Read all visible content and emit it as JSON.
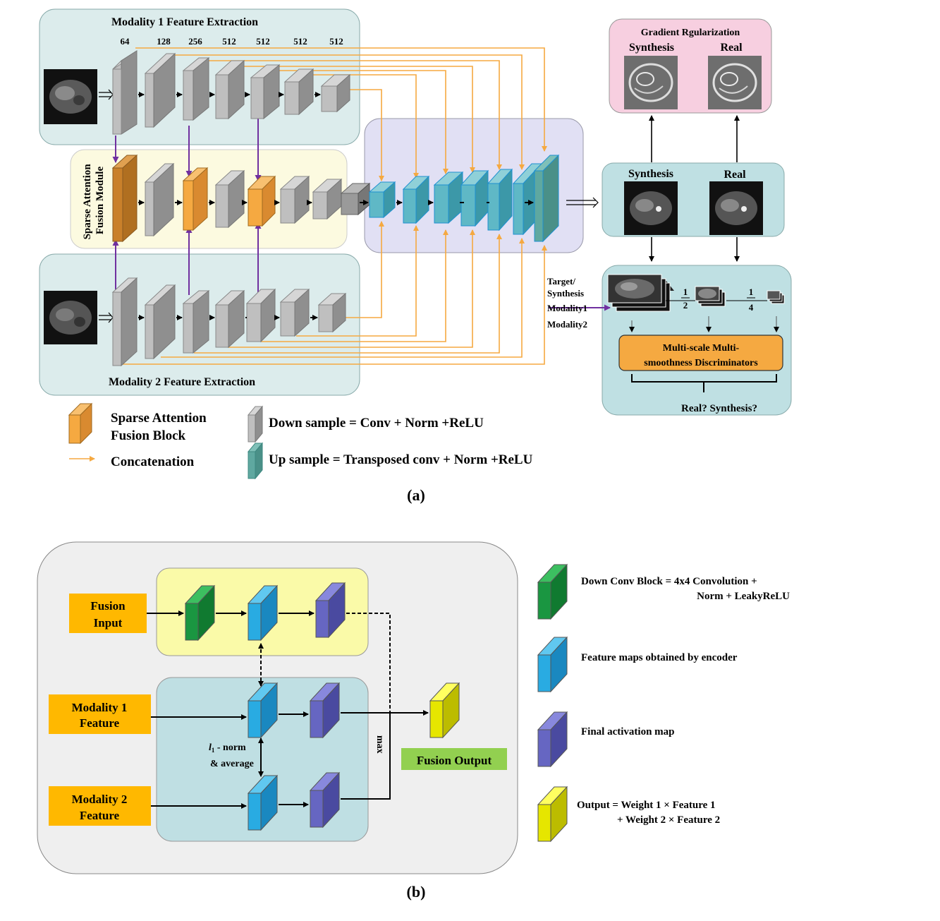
{
  "panel_a": {
    "modality1_title": "Modality 1 Feature Extraction",
    "modality2_title": "Modality 2 Feature Extraction",
    "fusion_module_line1": "Sparse Attention",
    "fusion_module_line2": "Fusion Module",
    "channel_labels": [
      "64",
      "128",
      "256",
      "512",
      "512",
      "512",
      "512"
    ],
    "gradient_title": "Gradient Rgularization",
    "gradient_synthesis": "Synthesis",
    "gradient_real": "Real",
    "output_synthesis": "Synthesis",
    "output_real": "Real",
    "disc_input_line1": "Target/",
    "disc_input_line2": "Synthesis",
    "disc_input_line3": "Modality1",
    "disc_input_line4": "Modality2",
    "scale_half_num": "1",
    "scale_half_den": "2",
    "scale_quarter_num": "1",
    "scale_quarter_den": "4",
    "discriminator_line1": "Multi-scale Multi-",
    "discriminator_line2": "smoothness Discriminators",
    "disc_question": "Real? Synthesis?",
    "caption": "(a)",
    "legend": {
      "sparse_block_line1": "Sparse Attention",
      "sparse_block_line2": "Fusion Block",
      "concatenation": "Concatenation",
      "down_sample": "Down sample = Conv + Norm +ReLU",
      "up_sample": "Up sample = Transposed conv + Norm +ReLU"
    }
  },
  "panel_b": {
    "fusion_input_line1": "Fusion",
    "fusion_input_line2": "Input",
    "modality1_line1": "Modality 1",
    "modality1_line2": "Feature",
    "modality2_line1": "Modality 2",
    "modality2_line2": "Feature",
    "l1_symbol": "l",
    "l1_sub": "1",
    "l1_text": " - norm",
    "average_text": "& average",
    "max_text": "max",
    "fusion_output": "Fusion Output",
    "caption": "(b)",
    "legend": {
      "down_conv_line1": "Down Conv Block = 4x4 Convolution +",
      "down_conv_line2": "Norm + LeakyReLU",
      "feature_maps": "Feature maps obtained by encoder",
      "final_activation": "Final activation map",
      "output_line1": "Output = Weight 1 × Feature 1",
      "output_line2": "+ Weight 2 × Feature 2"
    }
  },
  "colors": {
    "gray_block": "#bfbfbf",
    "orange_block": "#f5a941",
    "dark_orange_block": "#c9802a",
    "teal_block": "#5fb8c6",
    "concat_arrow": "#f5a941",
    "fusion_arrow": "#7030a0",
    "green_block": "#1a9641",
    "blue_block": "#29abe2",
    "purple_block": "#6666c2",
    "yellow_block": "#e6e600"
  }
}
